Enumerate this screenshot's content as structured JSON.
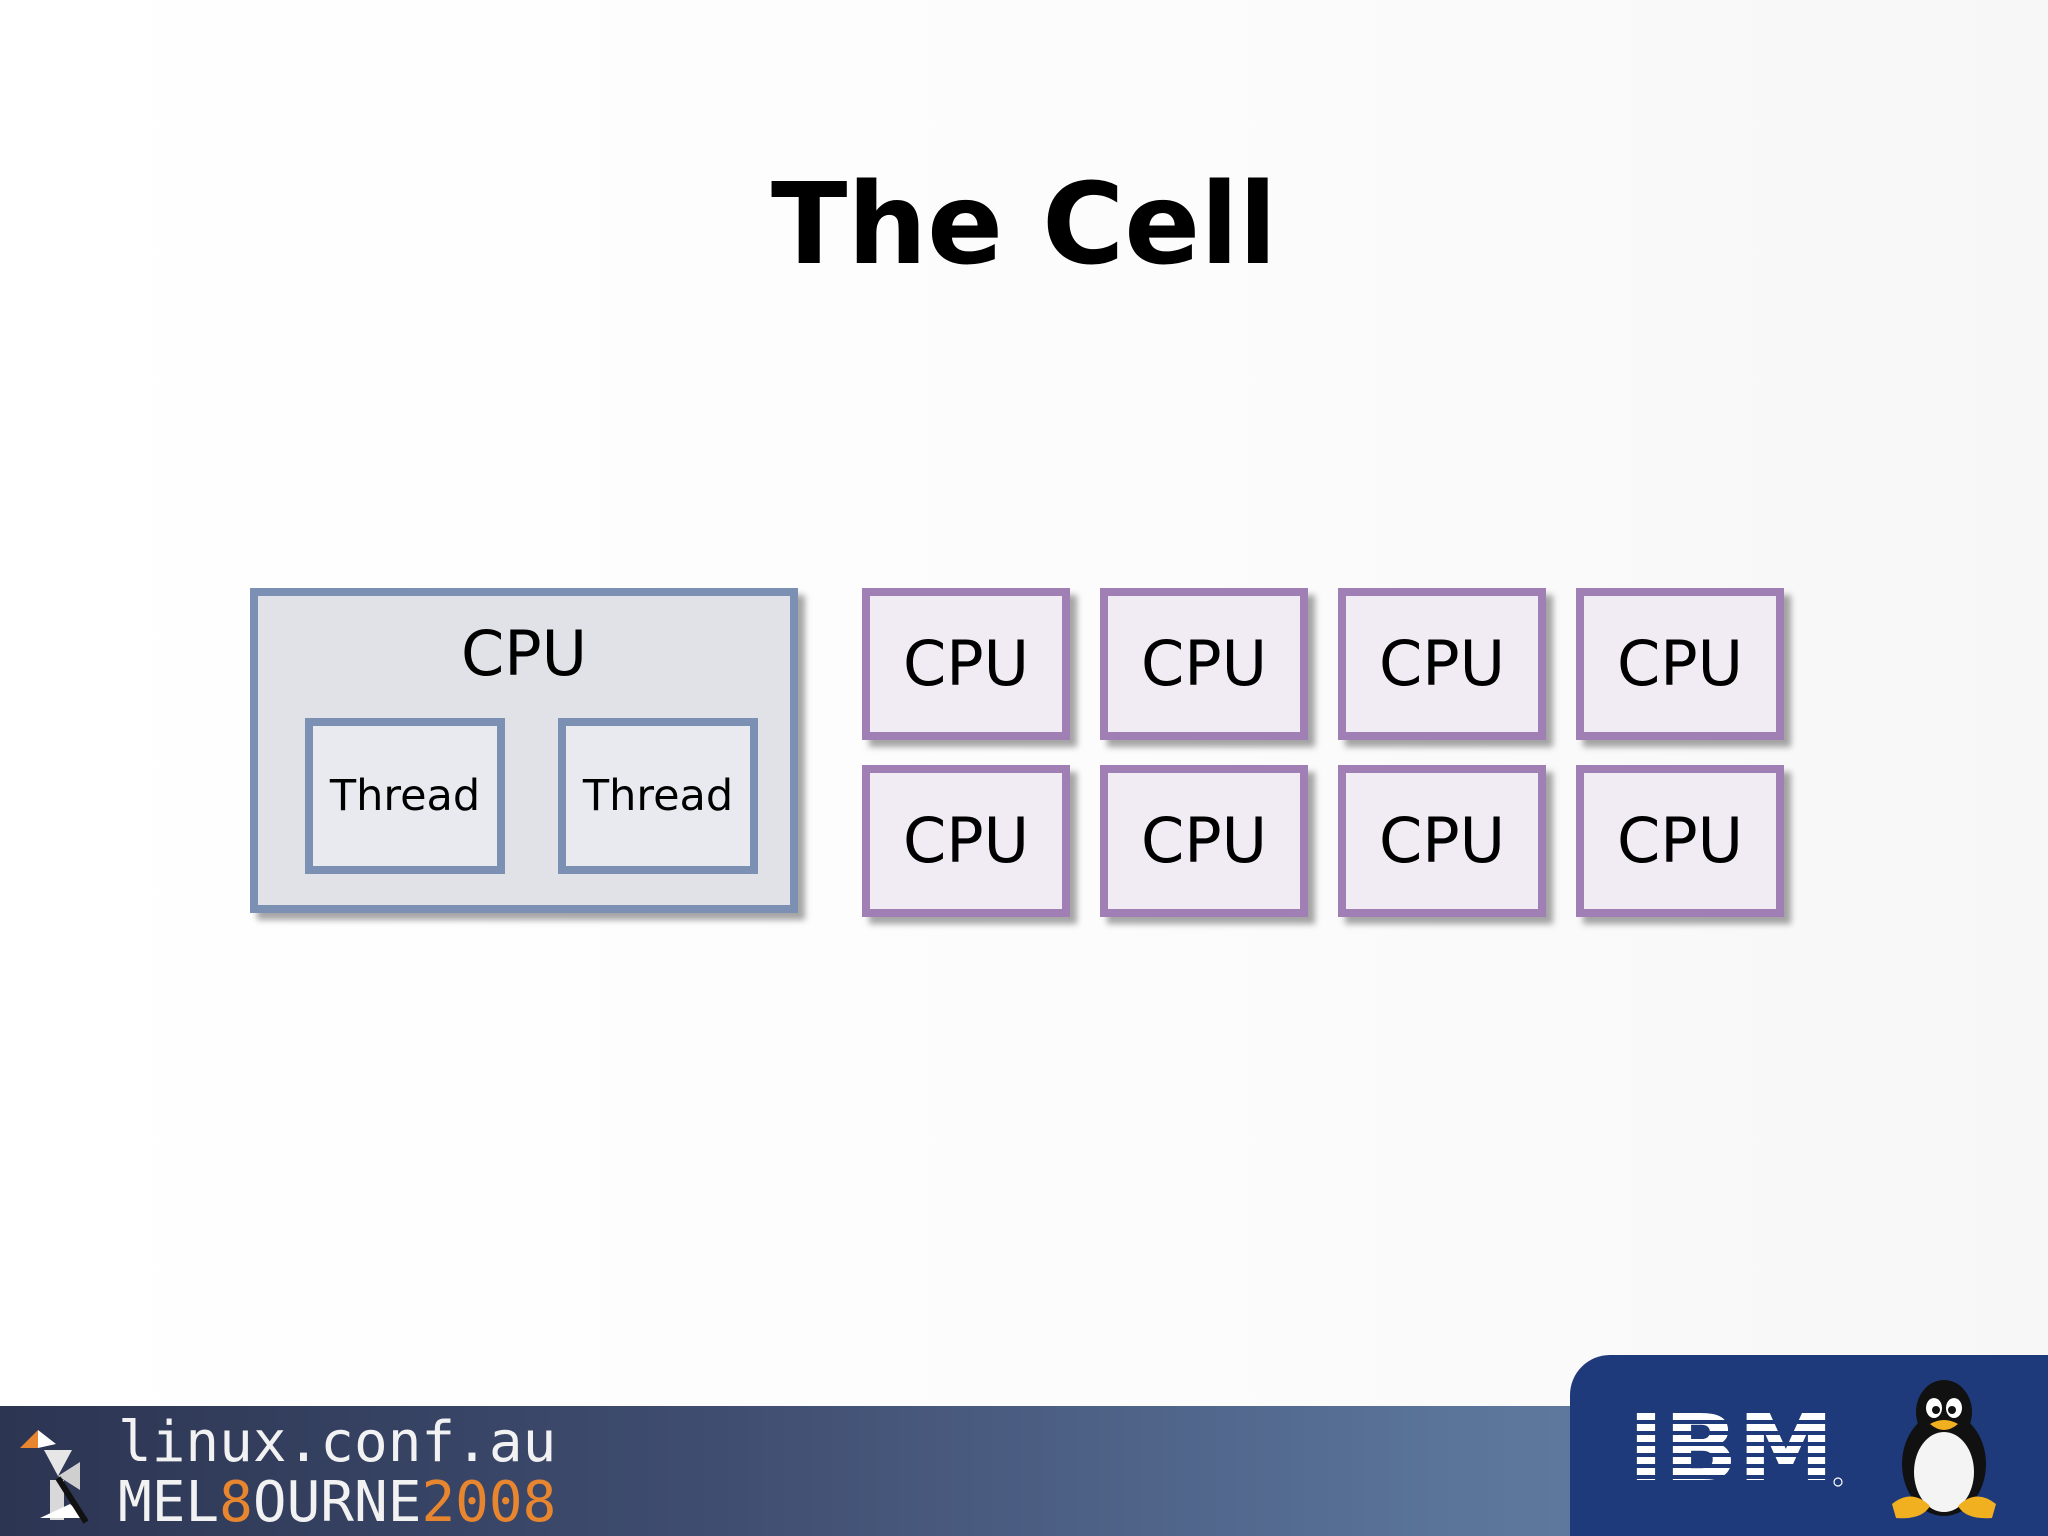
{
  "slide": {
    "title": "The Cell"
  },
  "diagram": {
    "ppe": {
      "label": "CPU",
      "threads": [
        "Thread",
        "Thread"
      ]
    },
    "spes": [
      "CPU",
      "CPU",
      "CPU",
      "CPU",
      "CPU",
      "CPU",
      "CPU",
      "CPU"
    ]
  },
  "footer": {
    "conference": "linux.conf.au",
    "location": {
      "part1": "MEL",
      "part2": "8",
      "part3": "OURNE",
      "part4": "2008"
    },
    "sponsor_logo_text": "IBM",
    "mascot_icon": "tux-penguin-icon"
  },
  "colors": {
    "ppe_border": "#7b90b2",
    "spe_border": "#a07fb5",
    "accent_orange": "#e8862f",
    "sponsor_blue": "#1f3a7a"
  }
}
